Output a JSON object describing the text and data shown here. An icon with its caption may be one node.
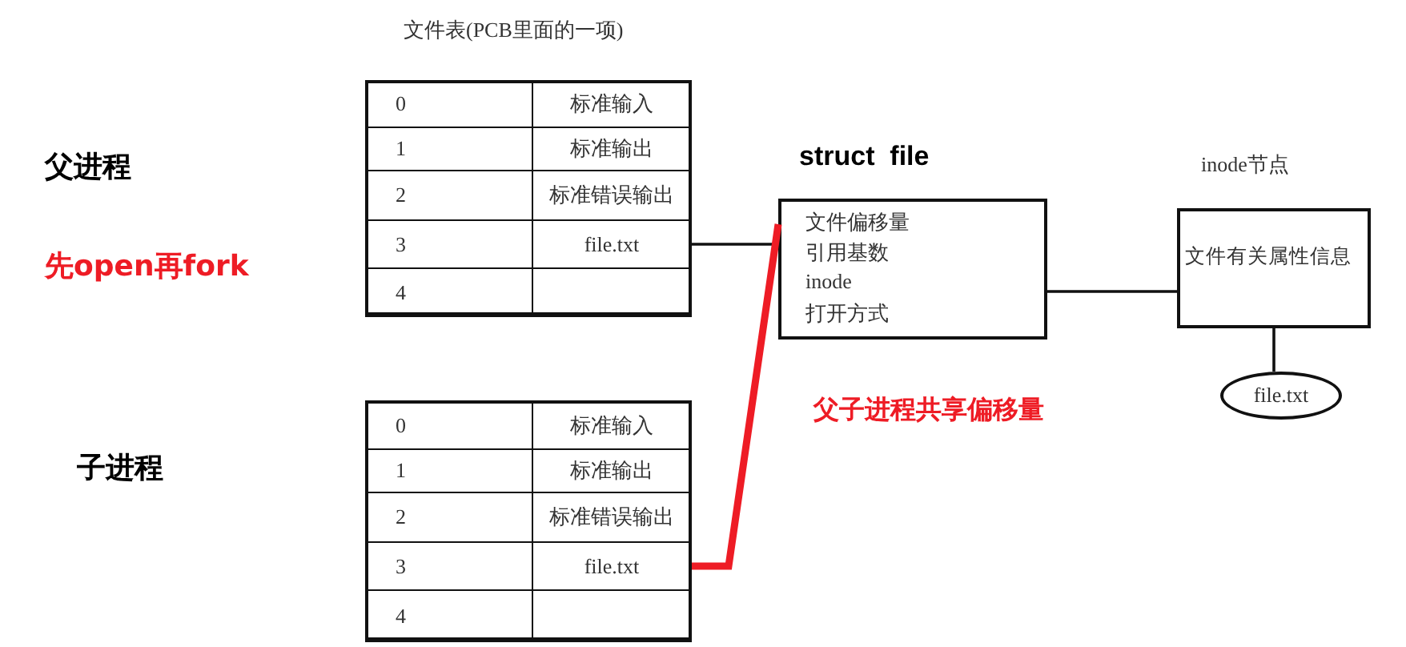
{
  "diagram": {
    "nodes": [
      {
        "text": [
          "文件表(PCB里面的一项)"
        ]
      },
      {
        "text": [
          "0"
        ],
        "in": 0
      },
      {
        "text": [
          "标准输入"
        ],
        "in": 0
      },
      {
        "text": [
          "1"
        ],
        "in": 0
      },
      {
        "text": [
          "标准输出"
        ],
        "in": 0
      },
      {
        "text": [
          "2"
        ],
        "in": 0
      },
      {
        "text": [
          "标准错误输出"
        ],
        "in": 0
      },
      {
        "text": [
          "3"
        ],
        "in": 0
      },
      {
        "text": [
          "file.txt"
        ],
        "in": 0
      },
      {
        "text": [
          "4"
        ],
        "in": 0
      },
      {
        "text": [],
        "shape": "box",
        "in": 0
      },
      {
        "text": [],
        "shape": "box"
      },
      {
        "text": [
          "0"
        ],
        "in": 11
      },
      {
        "text": [
          "标准输入"
        ],
        "in": 11
      },
      {
        "text": [
          "1"
        ],
        "in": 11
      },
      {
        "text": [
          "标准输出"
        ],
        "in": 11
      },
      {
        "text": [
          "2"
        ],
        "in": 11
      },
      {
        "text": [
          "标准错误输出"
        ],
        "in": 11
      },
      {
        "text": [
          "3"
        ],
        "in": 11
      },
      {
        "text": [
          "file.txt"
        ],
        "in": 11
      },
      {
        "text": [
          "4"
        ],
        "in": 11
      },
      {
        "text": [],
        "shape": "box",
        "in": 11
      },
      {
        "text": [
          "struct  file",
          "文件偏移量",
          "引用基数",
          "inode",
          "打开方式"
        ]
      },
      {
        "text": [
          "inode节点",
          "文件有关属性信息"
        ]
      },
      {
        "text": [
          "file.txt"
        ]
      }
    ],
    "edges": [
      {
        "from": 8,
        "to": 22,
        "arrow": "none"
      },
      {
        "from": 19,
        "to": 22,
        "arrow": "none",
        "style": "thick",
        "color": "#ee1c25"
      },
      {
        "from": 22,
        "to": 23,
        "arrow": "none"
      },
      {
        "from": 23,
        "to": 24,
        "arrow": "none"
      }
    ],
    "labels": [
      "父进程",
      "先open再fork",
      "子进程",
      "父子进程共享偏移量"
    ]
  }
}
